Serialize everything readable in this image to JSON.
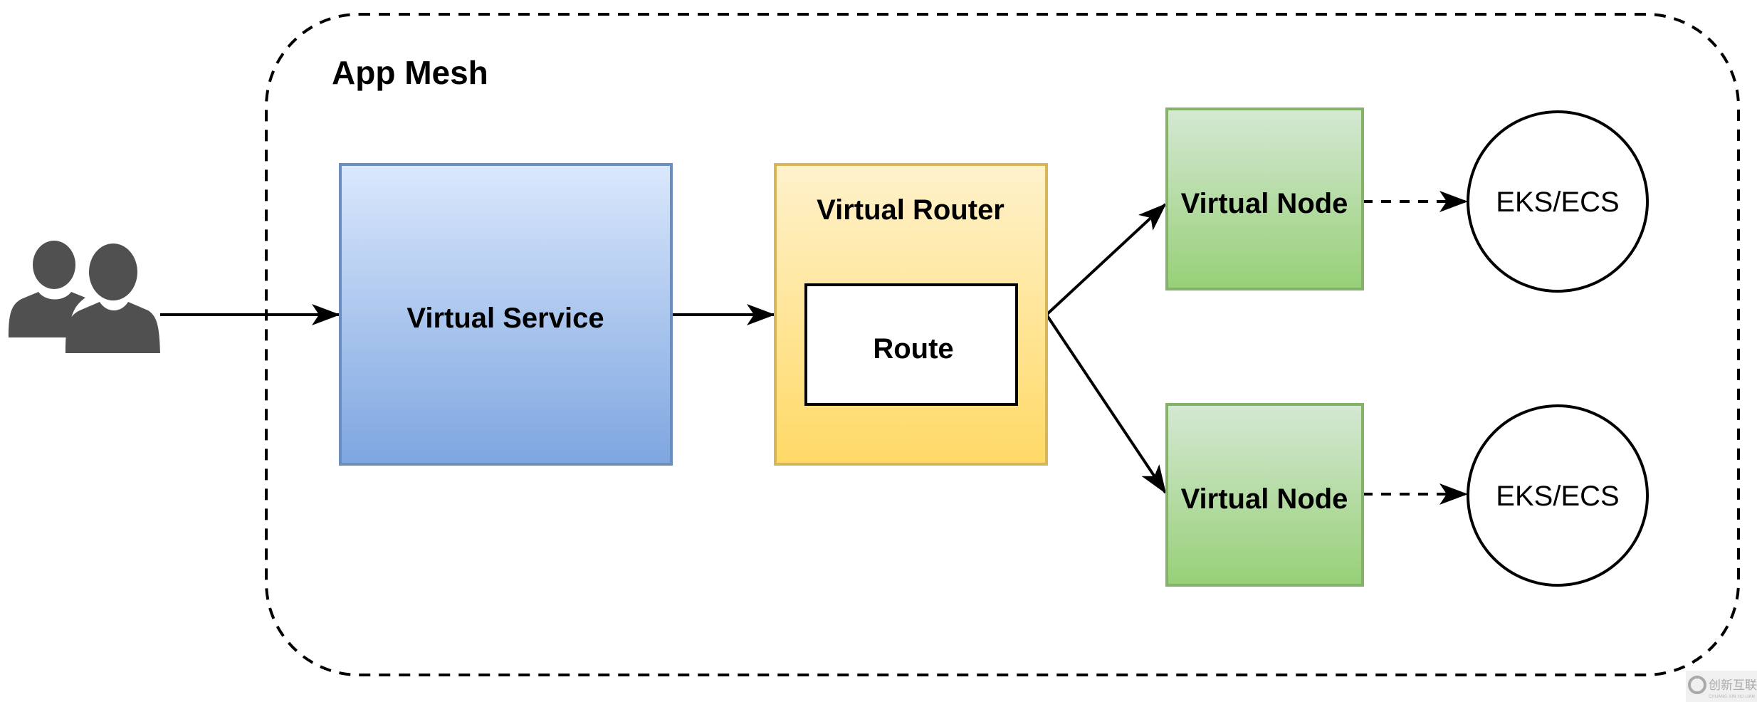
{
  "container": {
    "title": "App Mesh"
  },
  "nodes": {
    "users": {
      "icon": "users-icon"
    },
    "virtual_service": {
      "label": "Virtual Service",
      "fill_top": "#dae8fc",
      "fill_bottom": "#7ea6e0",
      "stroke": "#6c8ebf"
    },
    "virtual_router": {
      "label": "Virtual Router",
      "fill_top": "#fff2cc",
      "fill_bottom": "#ffd966",
      "stroke": "#d6b656"
    },
    "route": {
      "label": "Route"
    },
    "virtual_node_1": {
      "label": "Virtual Node",
      "fill_top": "#d5e8d4",
      "fill_bottom": "#97d077",
      "stroke": "#82b366"
    },
    "virtual_node_2": {
      "label": "Virtual Node"
    },
    "compute_1": {
      "label": "EKS/ECS"
    },
    "compute_2": {
      "label": "EKS/ECS"
    }
  },
  "edges": [
    {
      "from": "users",
      "to": "virtual_service",
      "style": "solid"
    },
    {
      "from": "virtual_service",
      "to": "virtual_router",
      "style": "solid"
    },
    {
      "from": "virtual_router",
      "to": "virtual_node_1",
      "style": "solid"
    },
    {
      "from": "virtual_router",
      "to": "virtual_node_2",
      "style": "solid"
    },
    {
      "from": "virtual_node_1",
      "to": "compute_1",
      "style": "dashed"
    },
    {
      "from": "virtual_node_2",
      "to": "compute_2",
      "style": "dashed"
    }
  ],
  "watermark": {
    "text": "创新互联",
    "subtext": "CHUANG XIN HU LIAN"
  }
}
